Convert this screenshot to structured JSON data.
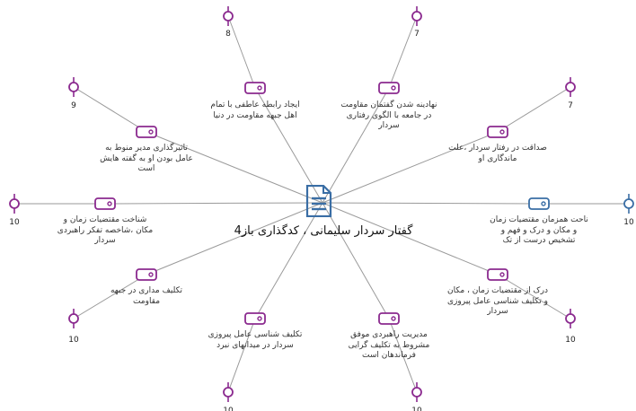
{
  "center": {
    "title": "گفتار سردار سلیمانی ، کدگذاری باز4",
    "icon": "document-icon"
  },
  "colors": {
    "primary": "#8b2a8f",
    "alternate": "#3a6ea5",
    "line": "#9a9a9a"
  },
  "nodes": [
    {
      "label": "ایجاد رابطه عاطفی با تمام اهل جبهه مقاومت در دنیا",
      "count": "8",
      "color": "primary"
    },
    {
      "label": "نهادینه شدن گفتمان مقاومت در جامعه با الگوی رفتاری سردار",
      "count": "7",
      "color": "primary"
    },
    {
      "label": "صداقت در رفتار سردار ،علت ماندگاری او",
      "count": "7",
      "color": "primary"
    },
    {
      "label": "تاثیرگذاری مدیر منوط به عامل بودن او به گفته هایش است",
      "count": "9",
      "color": "primary"
    },
    {
      "label": "شناخت مقتضیات زمان و مکان ،شاخصه تفکر راهبردی سردار",
      "count": "10",
      "color": "primary"
    },
    {
      "label": "تکلیف مداری در جبهه مقاومت",
      "count": "10",
      "color": "primary"
    },
    {
      "label": "تکلیف شناسی عامل پیروزی سردار در میدانهای نبرد",
      "count": "10",
      "color": "primary"
    },
    {
      "label": "مدیریت راهبردی موفق مشروط به تکلیف گرایی فرماندهان است",
      "count": "10",
      "color": "primary"
    },
    {
      "label": "درک از مقتضیات زمان ، مکان و تکلیف شناسی عامل پیروزی سردار",
      "count": "10",
      "color": "primary"
    },
    {
      "label": "ناحت همزمان مقتضیات زمان و مکان و درک و فهم و تشخیص درست از تک",
      "count": "10",
      "color": "alternate"
    }
  ]
}
